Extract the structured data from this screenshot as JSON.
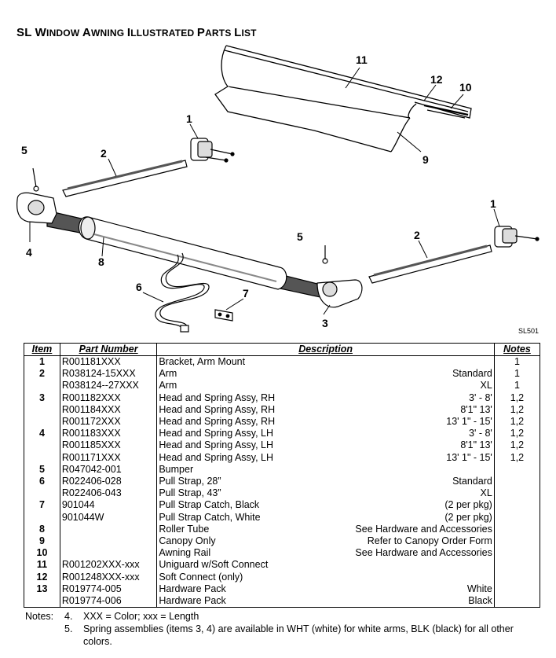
{
  "title": {
    "part1_cap": "SL W",
    "part1_sm": "INDOW ",
    "part2_cap": "A",
    "part2_sm": "WNING ",
    "part3_cap": "I",
    "part3_sm": "LLUSTRATED ",
    "part4_cap": "P",
    "part4_sm": "ARTS ",
    "part5_cap": "L",
    "part5_sm": "IST"
  },
  "figure": {
    "code": "SL501",
    "callouts": [
      "11",
      "12",
      "10",
      "9",
      "1",
      "5",
      "2",
      "4",
      "8",
      "1",
      "2",
      "5",
      "6",
      "7",
      "3"
    ]
  },
  "table": {
    "headers": {
      "item": "Item",
      "part_number": "Part Number",
      "description": "Description",
      "notes": "Notes"
    },
    "rows": [
      {
        "item": "1",
        "pn": "R001181XXX",
        "desc": "Bracket, Arm Mount",
        "right": "",
        "notes": "1"
      },
      {
        "item": "2",
        "pn": "R038124-15XXX",
        "desc": "Arm",
        "right": "Standard",
        "notes": "1"
      },
      {
        "item": "",
        "pn": "R038124--27XXX",
        "desc": "Arm",
        "right": "XL",
        "notes": "1"
      },
      {
        "item": "3",
        "pn": "R001182XXX",
        "desc": "Head and Spring Assy, RH",
        "right": "3' - 8'",
        "notes": "1,2"
      },
      {
        "item": "",
        "pn": "R001184XXX",
        "desc": "Head and Spring Assy, RH",
        "right": "8'1\" 13'",
        "notes": "1,2"
      },
      {
        "item": "",
        "pn": "R001172XXX",
        "desc": "Head and Spring Assy, RH",
        "right": "13' 1\" - 15'",
        "notes": "1,2"
      },
      {
        "item": "4",
        "pn": "R001183XXX",
        "desc": "Head and Spring Assy, LH",
        "right": "3' - 8'",
        "notes": "1,2"
      },
      {
        "item": "",
        "pn": "R001185XXX",
        "desc": "Head and Spring Assy, LH",
        "right": "8'1\" 13'",
        "notes": "1,2"
      },
      {
        "item": "",
        "pn": "R001171XXX",
        "desc": "Head and Spring Assy, LH",
        "right": "13' 1\" - 15'",
        "notes": "1,2"
      },
      {
        "item": "5",
        "pn": "R047042-001",
        "desc": "Bumper",
        "right": "",
        "notes": ""
      },
      {
        "item": "6",
        "pn": "R022406-028",
        "desc": "Pull Strap, 28”",
        "right": "Standard",
        "notes": ""
      },
      {
        "item": "",
        "pn": "R022406-043",
        "desc": "Pull Strap, 43”",
        "right": "XL",
        "notes": ""
      },
      {
        "item": "7",
        "pn": "901044",
        "desc": "Pull Strap Catch, Black",
        "right": "(2 per pkg)",
        "notes": ""
      },
      {
        "item": "",
        "pn": "901044W",
        "desc": "Pull Strap Catch, White",
        "right": "(2 per pkg)",
        "notes": ""
      },
      {
        "item": "8",
        "pn": "",
        "desc": "Roller Tube",
        "right": "See Hardware and Accessories",
        "notes": ""
      },
      {
        "item": "9",
        "pn": "",
        "desc": "Canopy Only",
        "right": "Refer to Canopy Order Form",
        "notes": ""
      },
      {
        "item": "10",
        "pn": "",
        "desc": "Awning Rail",
        "right": "See Hardware and Accessories",
        "notes": ""
      },
      {
        "item": "11",
        "pn": "R001202XXX-xxx",
        "desc": "Uniguard w/Soft Connect",
        "right": "",
        "notes": ""
      },
      {
        "item": "12",
        "pn": "R001248XXX-xxx",
        "desc": "Soft Connect (only)",
        "right": "",
        "notes": ""
      },
      {
        "item": "13",
        "pn": "R019774-005",
        "desc": "Hardware Pack",
        "right": "White",
        "notes": ""
      },
      {
        "item": "",
        "pn": "R019774-006",
        "desc": "Hardware Pack",
        "right": "Black",
        "notes": ""
      }
    ]
  },
  "notes": {
    "label": "Notes:",
    "items": [
      {
        "num": "4.",
        "text": "XXX = Color;  xxx = Length"
      },
      {
        "num": "5.",
        "text": "Spring assemblies (items 3, 4) are available in WHT (white) for white arms, BLK (black) for all other colors."
      }
    ]
  }
}
